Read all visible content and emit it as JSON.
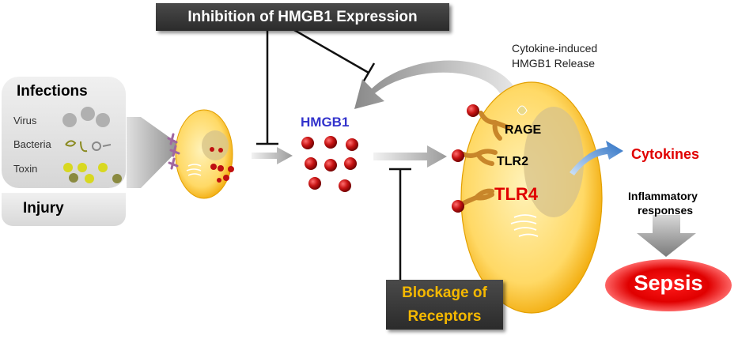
{
  "title": "Inhibition of HMGB1 Expression",
  "blockage": {
    "line1": "Blockage of",
    "line2": "Receptors"
  },
  "release_label": {
    "line1": "Cytokine-induced",
    "line2": "HMGB1 Release"
  },
  "hmgb1_label": "HMGB1",
  "left_panel": {
    "heading": "Infections",
    "items": [
      "Virus",
      "Bacteria",
      "Toxin"
    ],
    "injury": "Injury"
  },
  "receptors": [
    "RAGE",
    "TLR2",
    "TLR4"
  ],
  "cytokines": "Cytokines",
  "inflammatory": {
    "line1": "Inflammatory",
    "line2": "responses"
  },
  "sepsis": "Sepsis",
  "colors": {
    "hmgb1_text": "#3333cc",
    "red_text": "#e00000",
    "blockage_text": "#f5b800",
    "box_text": "#ffffff",
    "cell_fill": "#ffd966",
    "protein": "#c01010"
  }
}
